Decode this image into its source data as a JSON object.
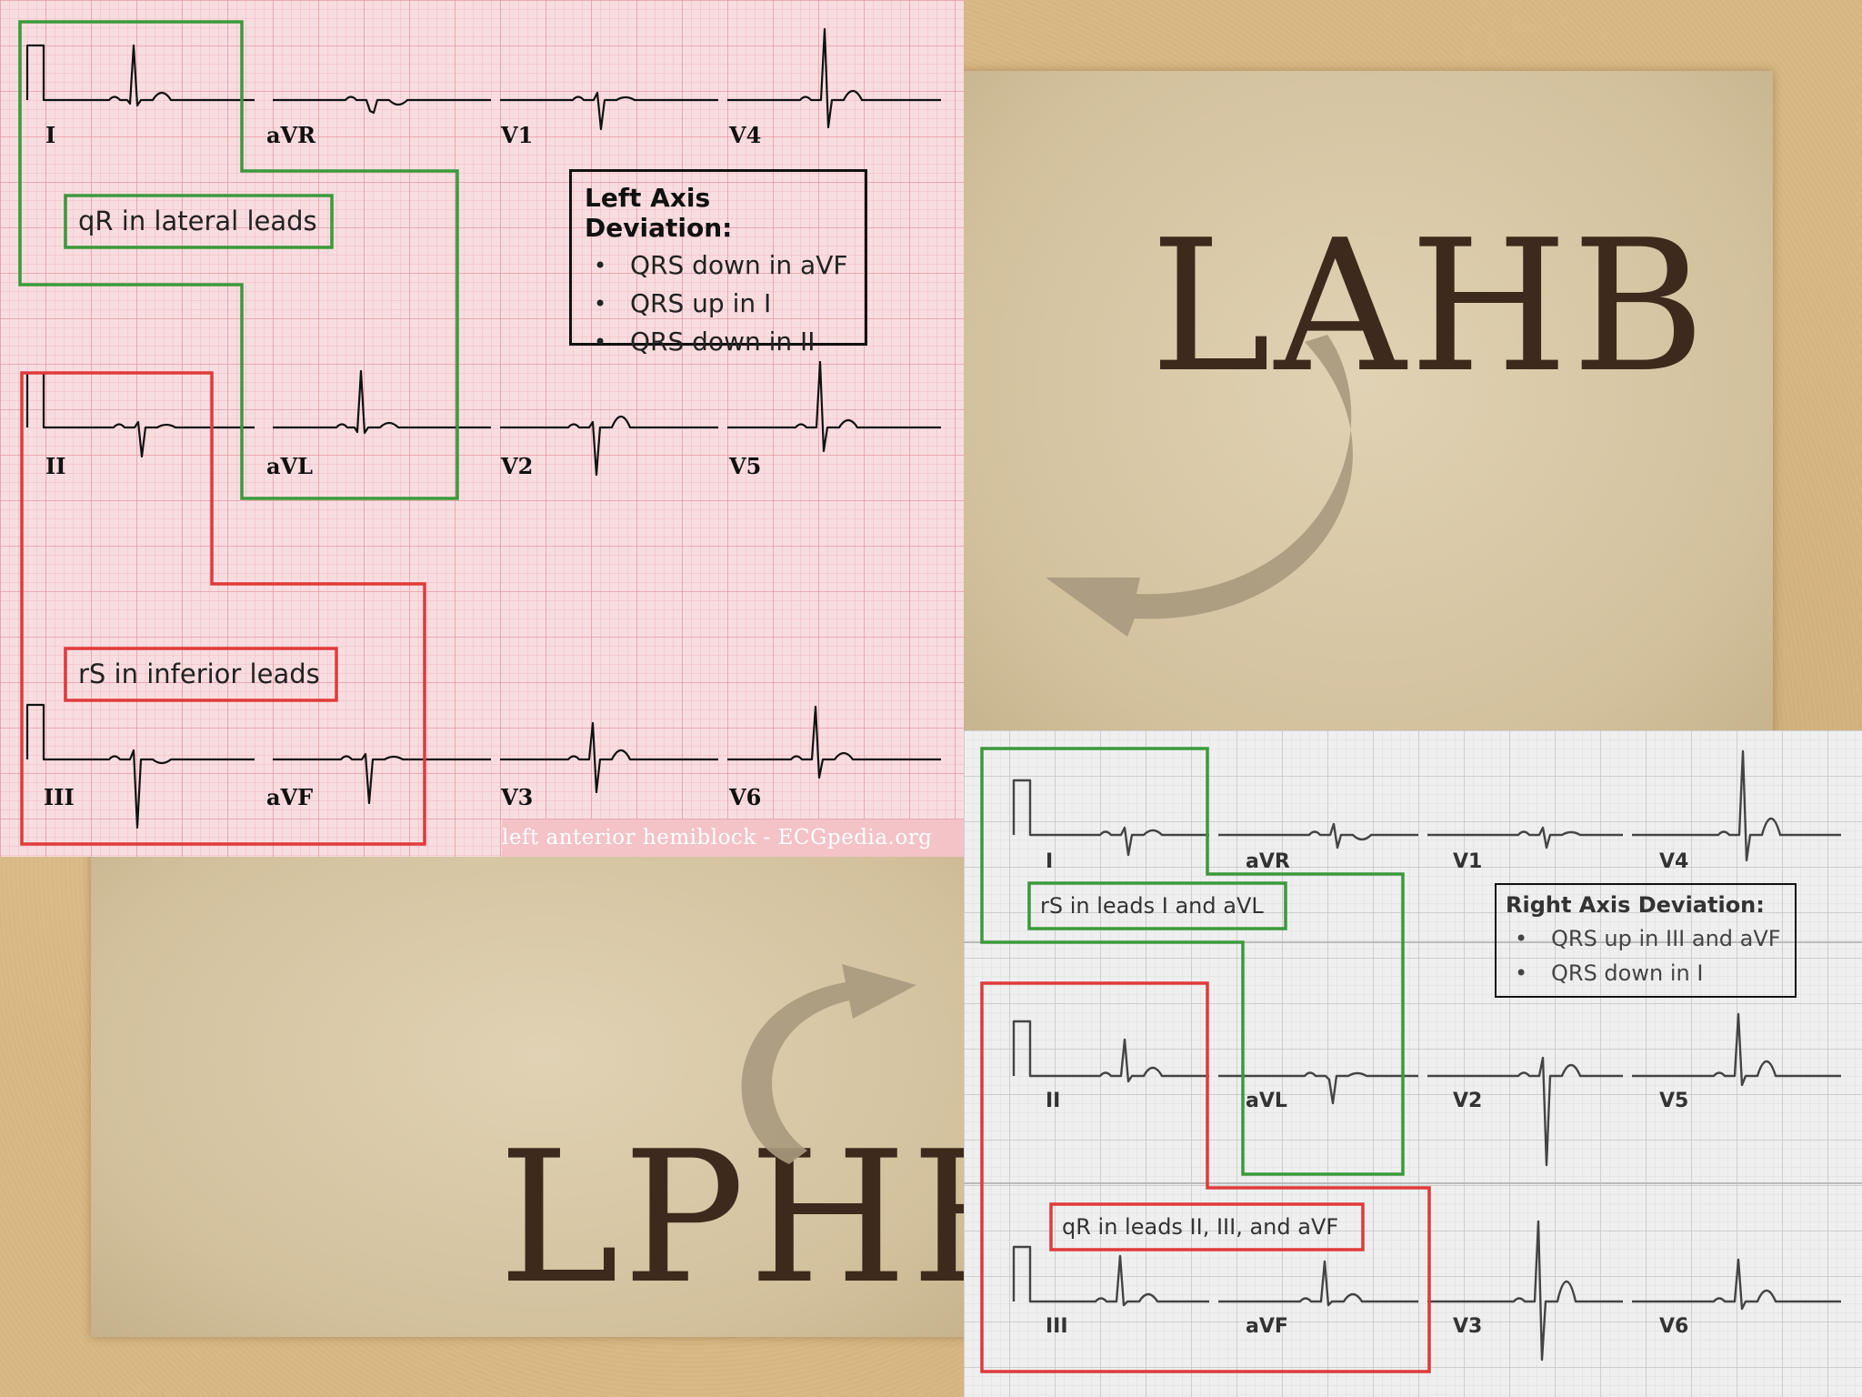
{
  "titles": {
    "lahb": "LAHB",
    "lphb": "LPHB"
  },
  "lahb_ecg": {
    "leads": {
      "I": "I",
      "aVR": "aVR",
      "V1": "V1",
      "V4": "V4",
      "II": "II",
      "aVL": "aVL",
      "V2": "V2",
      "V5": "V5",
      "III": "III",
      "aVF": "aVF",
      "V3": "V3",
      "V6": "V6"
    },
    "lateral_callout": "qR in lateral leads",
    "inferior_callout": "rS in inferior leads",
    "axis_box": {
      "title": "Left Axis Deviation:",
      "items": [
        "QRS down in aVF",
        "QRS up in I",
        "QRS down in II"
      ]
    },
    "credit": "left anterior hemiblock - ECGpedia.org",
    "colors": {
      "grid_bg": "#f8dde0",
      "grid_line": "#e9a6ad",
      "trace": "#111111",
      "lateral_box": "#3a9a3a",
      "inferior_box": "#e03a3a"
    }
  },
  "lphb_ecg": {
    "leads": {
      "I": "I",
      "aVR": "aVR",
      "V1": "V1",
      "V4": "V4",
      "II": "II",
      "aVL": "aVL",
      "V2": "V2",
      "V5": "V5",
      "III": "III",
      "aVF": "aVF",
      "V3": "V3",
      "V6": "V6"
    },
    "lateral_callout": "rS in leads I and aVL",
    "inferior_callout": "qR in leads II, III, and aVF",
    "axis_box": {
      "title": "Right Axis Deviation:",
      "items": [
        "QRS up in III and aVF",
        "QRS down in I"
      ]
    },
    "colors": {
      "grid_bg": "#efefef",
      "grid_line": "#c8c8c8",
      "trace": "#444444",
      "lateral_box": "#3a9a3a",
      "inferior_box": "#e03a3a"
    }
  }
}
